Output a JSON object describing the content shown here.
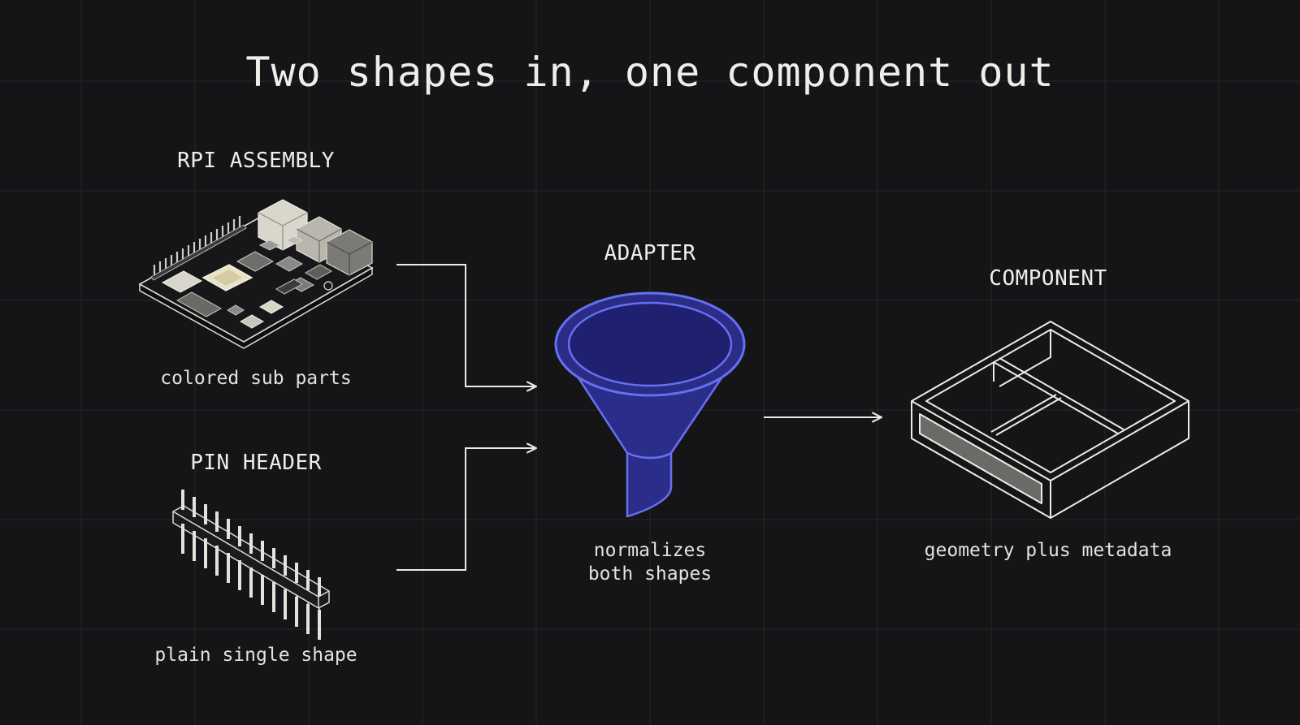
{
  "title": "Two shapes in, one component out",
  "inputs": [
    {
      "heading": "RPI ASSEMBLY",
      "caption": "colored sub parts",
      "icon": "raspberry-pi-board-icon"
    },
    {
      "heading": "PIN HEADER",
      "caption": "plain single shape",
      "icon": "pin-header-icon"
    }
  ],
  "adapter": {
    "heading": "ADAPTER",
    "caption_line1": "normalizes",
    "caption_line2": "both shapes",
    "icon": "funnel-icon",
    "accent": "#5b63e6"
  },
  "output": {
    "heading": "COMPONENT",
    "caption": "geometry plus metadata",
    "icon": "component-tray-icon"
  },
  "colors": {
    "background": "#151517",
    "grid": "#242428",
    "line": "#ecebe6",
    "funnel_fill": "#2b2d8a",
    "funnel_stroke": "#6670f2"
  }
}
